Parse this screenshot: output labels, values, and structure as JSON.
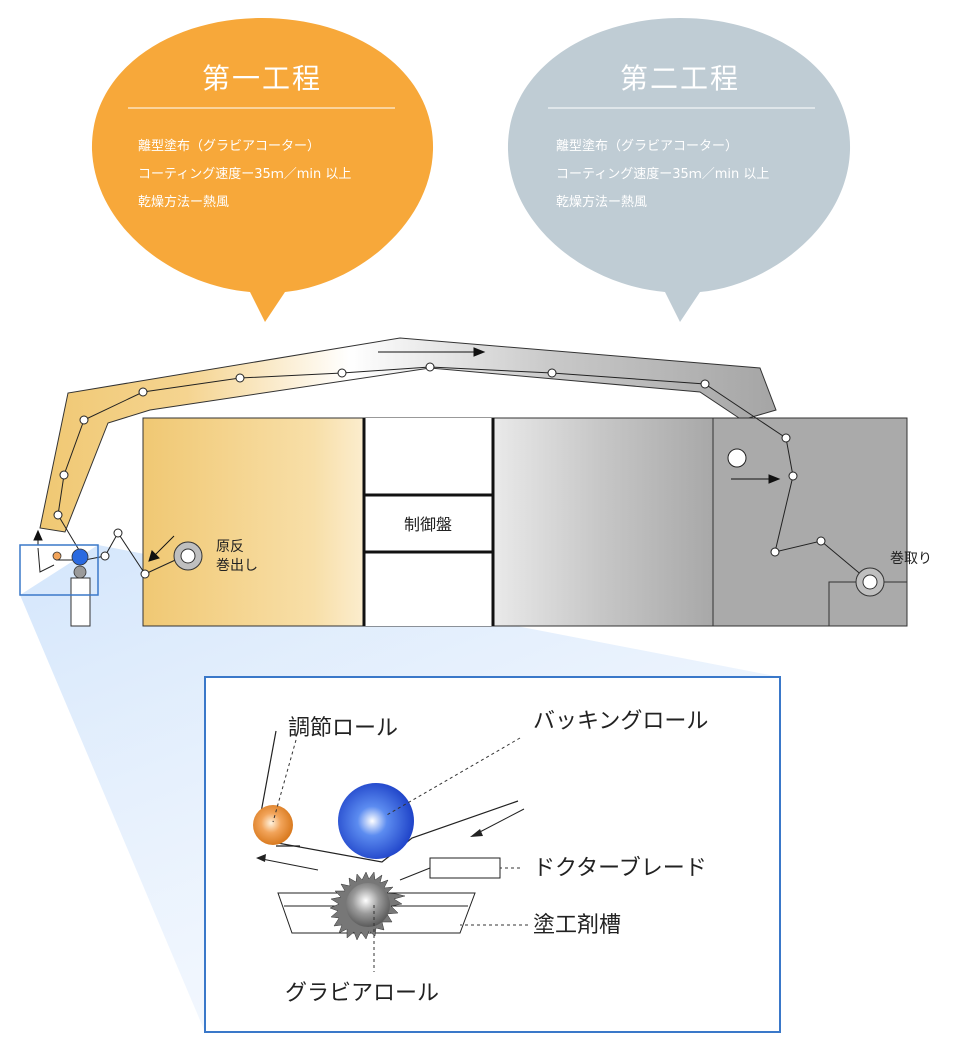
{
  "stage1": {
    "title": "第一工程",
    "lines": [
      "離型塗布（グラビアコーター）",
      "コーティング速度ー35ｍ／min 以上",
      "乾燥方法ー熱風"
    ],
    "color": "#F7A83A"
  },
  "stage2": {
    "title": "第二工程",
    "lines": [
      "離型塗布（グラビアコーター）",
      "コーティング速度ー35ｍ／min 以上",
      "乾燥方法ー熱風"
    ],
    "color": "#BFCCD4"
  },
  "machine": {
    "control_panel": "制御盤",
    "unwind": [
      "原反",
      "巻出し"
    ],
    "rewind": "巻取り"
  },
  "detail": {
    "adjust_roll": "調節ロール",
    "backing_roll": "バッキングロール",
    "doctor_blade": "ドクターブレード",
    "coating_tank": "塗工剤槽",
    "gravure_roll": "グラビアロール",
    "frame_color": "#3A78C9"
  }
}
